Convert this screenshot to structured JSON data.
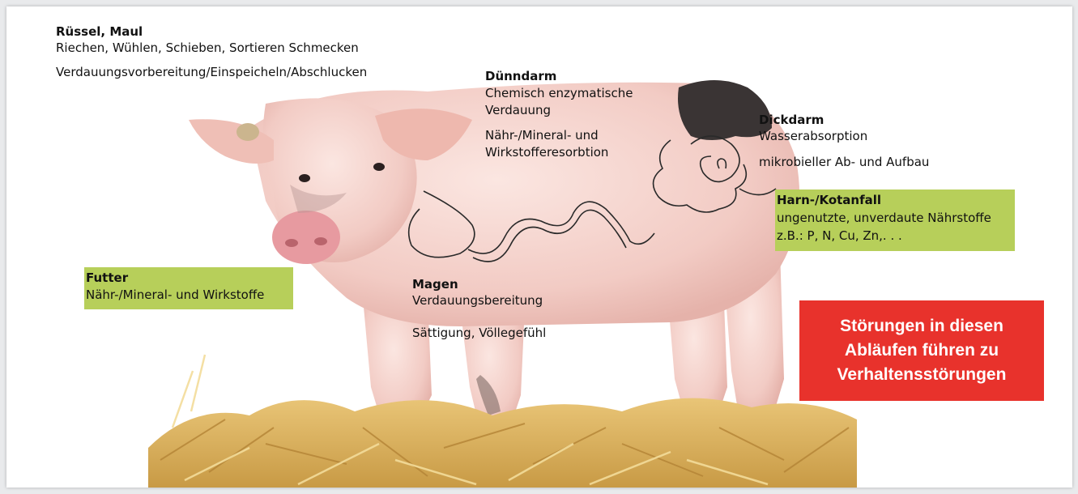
{
  "labels": {
    "snout": {
      "title": "Rüssel, Maul",
      "line1": "Riechen, Wühlen, Schieben, Sortieren Schmecken",
      "line2": "Verdauungsvorbereitung/Einspeicheln/Abschlucken"
    },
    "small_intestine": {
      "title": "Dünndarm",
      "line1": "Chemisch enzymatische",
      "line2": "Verdauung",
      "line3": "Nähr-/Mineral- und",
      "line4": "Wirkstofferesorbtion"
    },
    "large_intestine": {
      "title": "Dickdarm",
      "line1": "Wasserabsorption",
      "line2": "mikrobieller Ab- und Aufbau"
    },
    "excretion": {
      "title": "Harn-/Kotanfall",
      "line1": "ungenutzte, unverdaute Nährstoffe",
      "line2": "z.B.: P, N, Cu, Zn,. . ."
    },
    "feed": {
      "title": "Futter",
      "line1": "Nähr-/Mineral- und Wirkstoffe"
    },
    "stomach": {
      "title": "Magen",
      "line1": "Verdauungsbereitung",
      "line2": "Sättigung, Völlegefühl"
    }
  },
  "warning": {
    "line1": "Störungen in diesen",
    "line2": "Abläufen führen zu",
    "line3": "Verhaltensstörungen"
  },
  "colors": {
    "highlight_green": "#b7cf5a",
    "warning_red": "#e8322c",
    "pig_skin": "#f3cfc8",
    "straw": "#d9ae5a"
  }
}
